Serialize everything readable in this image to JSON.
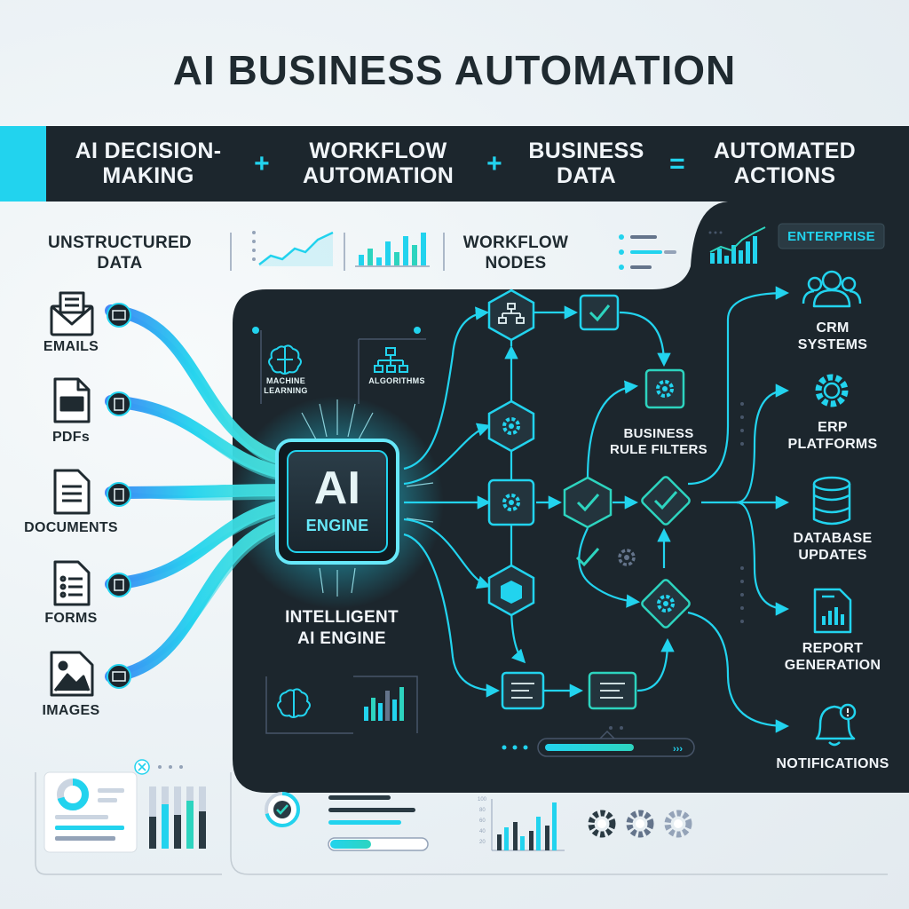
{
  "title": "AI BUSINESS AUTOMATION",
  "equation": {
    "terms": [
      {
        "line1": "AI DECISION-",
        "line2": "MAKING"
      },
      {
        "line1": "WORKFLOW",
        "line2": "AUTOMATION"
      },
      {
        "line1": "BUSINESS",
        "line2": "DATA"
      },
      {
        "line1": "AUTOMATED",
        "line2": "ACTIONS"
      }
    ],
    "operators": [
      "+",
      "+",
      "="
    ]
  },
  "inputs": {
    "heading_line1": "UNSTRUCTURED",
    "heading_line2": "DATA",
    "items": [
      {
        "label": "EMAILS",
        "icon": "envelope-icon"
      },
      {
        "label": "PDFs",
        "icon": "pdf-file-icon"
      },
      {
        "label": "DOCUMENTS",
        "icon": "document-icon"
      },
      {
        "label": "FORMS",
        "icon": "form-icon"
      },
      {
        "label": "IMAGES",
        "icon": "image-icon"
      }
    ]
  },
  "engine": {
    "core_big": "AI",
    "core_small": "ENGINE",
    "caption_line1": "INTELLIGENT",
    "caption_line2": "AI ENGINE",
    "sub_ml_line1": "MACHINE",
    "sub_ml_line2": "LEARNING",
    "sub_algo": "ALGORITHMS"
  },
  "workflow": {
    "heading_line1": "WORKFLOW",
    "heading_line2": "NODES",
    "filters_line1": "BUSINESS",
    "filters_line2": "RULE FILTERS"
  },
  "badge": "ENTERPRISE",
  "outputs": [
    {
      "line1": "CRM",
      "line2": "SYSTEMS",
      "icon": "users-icon"
    },
    {
      "line1": "ERP",
      "line2": "PLATFORMS",
      "icon": "gear-icon"
    },
    {
      "line1": "DATABASE",
      "line2": "UPDATES",
      "icon": "database-icon"
    },
    {
      "line1": "REPORT",
      "line2": "GENERATION",
      "icon": "report-icon"
    },
    {
      "line1": "NOTIFICATIONS",
      "line2": "",
      "icon": "bell-alert-icon"
    }
  ],
  "colors": {
    "dark_panel": "#1c262d",
    "accent_cyan": "#22d3ee",
    "accent_teal": "#2dd4bf",
    "text_dark": "#1f2a30",
    "text_light": "#e6f4f6"
  }
}
